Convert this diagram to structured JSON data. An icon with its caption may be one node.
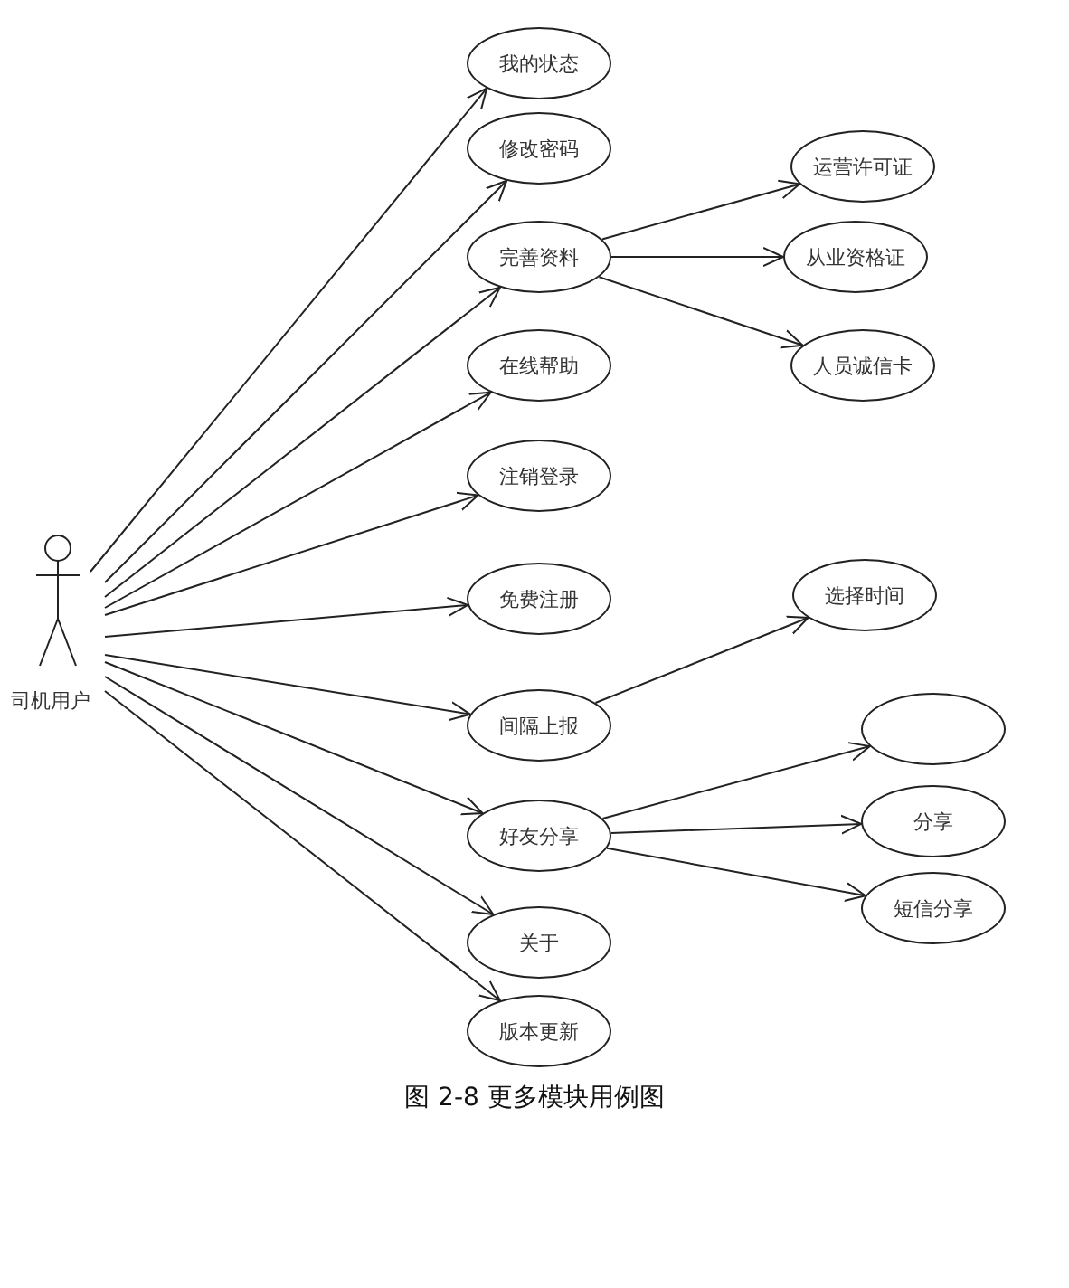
{
  "diagram": {
    "caption": "图 2-8 更多模块用例图",
    "nodes": [
      {
        "text": [
          "司机用户"
        ]
      },
      {
        "text": [
          "我的状态"
        ]
      },
      {
        "text": [
          "修改密码"
        ]
      },
      {
        "text": [
          "完善资料"
        ]
      },
      {
        "text": [
          "在线帮助"
        ]
      },
      {
        "text": [
          "注销登录"
        ]
      },
      {
        "text": [
          "免费注册"
        ]
      },
      {
        "text": [
          "间隔上报"
        ]
      },
      {
        "text": [
          "好友分享"
        ]
      },
      {
        "text": [
          "关于"
        ]
      },
      {
        "text": [
          "版本更新"
        ]
      },
      {
        "text": [
          "运营许可证"
        ]
      },
      {
        "text": [
          "从业资格证"
        ]
      },
      {
        "text": [
          "人员诚信卡"
        ]
      },
      {
        "text": [
          "选择时间"
        ]
      },
      {
        "text": [],
        "shape": "ellipse"
      },
      {
        "text": [
          "分享"
        ]
      },
      {
        "text": [
          "短信分享"
        ]
      }
    ],
    "edges": [
      {
        "from": 0,
        "to": 1,
        "arrow": "to"
      },
      {
        "from": 0,
        "to": 2,
        "arrow": "to"
      },
      {
        "from": 0,
        "to": 3,
        "arrow": "to"
      },
      {
        "from": 0,
        "to": 4,
        "arrow": "to"
      },
      {
        "from": 0,
        "to": 5,
        "arrow": "to"
      },
      {
        "from": 0,
        "to": 6,
        "arrow": "to"
      },
      {
        "from": 0,
        "to": 7,
        "arrow": "to"
      },
      {
        "from": 0,
        "to": 8,
        "arrow": "to"
      },
      {
        "from": 0,
        "to": 9,
        "arrow": "to"
      },
      {
        "from": 0,
        "to": 10,
        "arrow": "to"
      },
      {
        "from": 3,
        "to": 11,
        "arrow": "to"
      },
      {
        "from": 3,
        "to": 12,
        "arrow": "to"
      },
      {
        "from": 3,
        "to": 13,
        "arrow": "to"
      },
      {
        "from": 7,
        "to": 14,
        "arrow": "to"
      },
      {
        "from": 8,
        "to": 15,
        "arrow": "to"
      },
      {
        "from": 8,
        "to": 16,
        "arrow": "to"
      },
      {
        "from": 8,
        "to": 17,
        "arrow": "to"
      }
    ]
  }
}
